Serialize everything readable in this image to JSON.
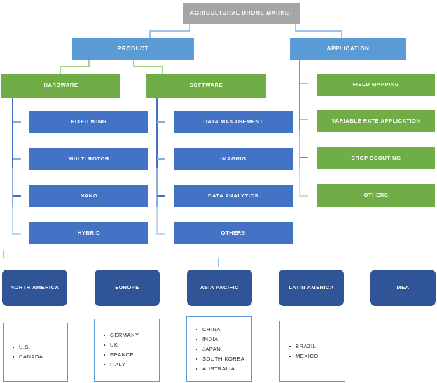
{
  "diagram": {
    "title": "Agricultural Drone Market segmentation diagram",
    "colors": {
      "root": "#a5a5a5",
      "level1": "#5b9bd5",
      "green": "#70ad47",
      "blue": "#4472c4",
      "region": "#2f5597",
      "connector_blue": "#9dc3e6",
      "connector_green": "#a9d18e",
      "listbox_border": "#5b9bd5",
      "text": "#ffffff",
      "list_text": "#262626"
    },
    "root": {
      "label": "AGRICULTURAL DRONE MARKET"
    },
    "branches": [
      {
        "id": "product",
        "label": "PRODUCT"
      },
      {
        "id": "application",
        "label": "APPLICATION"
      }
    ],
    "product_groups": [
      {
        "id": "hardware",
        "label": "HARDWARE",
        "items": [
          {
            "label": "FIXED WING"
          },
          {
            "label": "MULTI ROTOR"
          },
          {
            "label": "NANO"
          },
          {
            "label": "HYBRID"
          }
        ]
      },
      {
        "id": "software",
        "label": "SOFTWARE",
        "items": [
          {
            "label": "DATA MANAGEMENT"
          },
          {
            "label": "IMAGING"
          },
          {
            "label": "DATA ANALYTICS"
          },
          {
            "label": "OTHERS"
          }
        ]
      }
    ],
    "application_items": [
      {
        "label": "FIELD MAPPING"
      },
      {
        "label": "VARIABLE RATE APPLICATION"
      },
      {
        "label": "CROP SCOUTING"
      },
      {
        "label": "OTHERS"
      }
    ],
    "regions": [
      {
        "id": "north-america",
        "label": "NORTH AMERICA",
        "countries": [
          "U.S.",
          "CANADA"
        ]
      },
      {
        "id": "europe",
        "label": "EUROPE",
        "countries": [
          "GERMANY",
          "UK",
          "FRANCE",
          "ITALY"
        ]
      },
      {
        "id": "asia-pacific",
        "label": "ASIA PACIFIC",
        "countries": [
          "CHINA",
          "INDIA",
          "JAPAN",
          "SOUTH KOREA",
          "AUSTRALIA"
        ]
      },
      {
        "id": "latin-america",
        "label": "LATIN AMERICA",
        "countries": [
          "BRAZIL",
          "MEXICO"
        ]
      },
      {
        "id": "mea",
        "label": "MEA",
        "countries": []
      }
    ]
  }
}
